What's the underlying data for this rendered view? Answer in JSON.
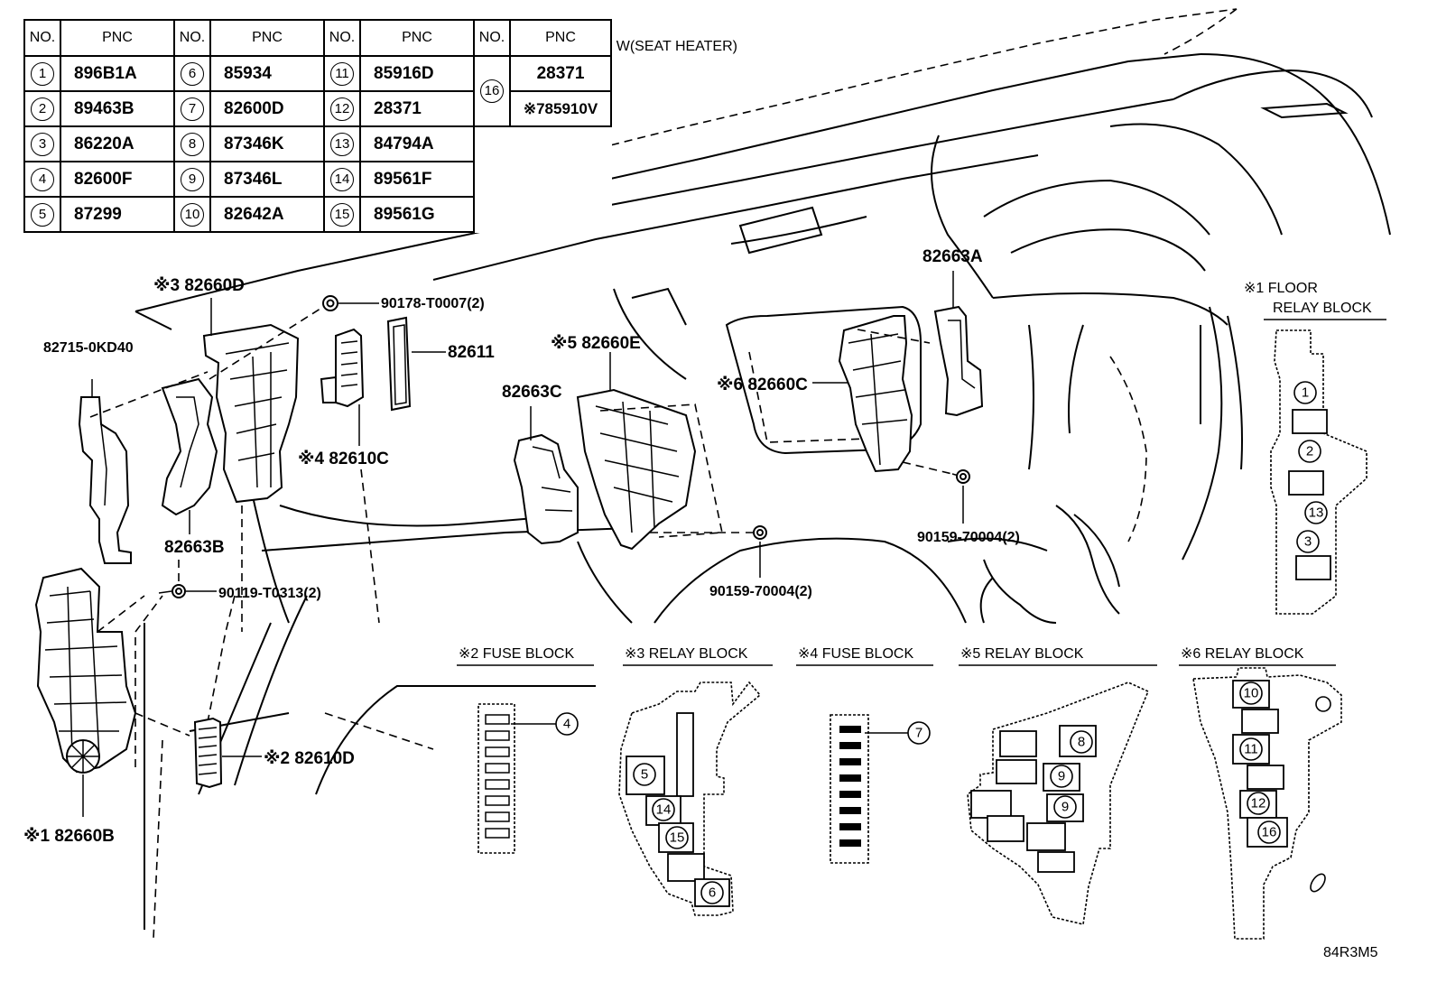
{
  "table": {
    "headers": {
      "no": "NO.",
      "pnc": "PNC"
    },
    "rows": [
      [
        {
          "no": "1",
          "pnc": "896B1A"
        },
        {
          "no": "6",
          "pnc": "85934"
        },
        {
          "no": "11",
          "pnc": "85916D"
        },
        {
          "no": "16",
          "pnc": "28371"
        }
      ],
      [
        {
          "no": "2",
          "pnc": "89463B"
        },
        {
          "no": "7",
          "pnc": "82600D"
        },
        {
          "no": "12",
          "pnc": "28371"
        },
        {
          "no": "",
          "pnc": "※785910V"
        }
      ],
      [
        {
          "no": "3",
          "pnc": "86220A"
        },
        {
          "no": "8",
          "pnc": "87346K"
        },
        {
          "no": "13",
          "pnc": "84794A"
        }
      ],
      [
        {
          "no": "4",
          "pnc": "82600F"
        },
        {
          "no": "9",
          "pnc": "87346L"
        },
        {
          "no": "14",
          "pnc": "89561F"
        }
      ],
      [
        {
          "no": "5",
          "pnc": "87299"
        },
        {
          "no": "10",
          "pnc": "82642A"
        },
        {
          "no": "15",
          "pnc": "89561G"
        }
      ]
    ],
    "note": "※7 W(SEAT HEATER)"
  },
  "labels": {
    "p82660D": "※3 82660D",
    "p82715": "82715-0KD40",
    "p90178": "90178-T0007(2)",
    "p82611": "82611",
    "p82660E": "※5 82660E",
    "p82663C": "82663C",
    "p82663A": "82663A",
    "p82660C": "※6 82660C",
    "p82610C": "※4 82610C",
    "p82663B": "82663B",
    "p90119": "90119-T0313(2)",
    "p90159a": "90159-70004(2)",
    "p90159b": "90159-70004(2)",
    "p82610D": "※2 82610D",
    "p82660B": "※1 82660B",
    "floor1": "※1 FLOOR",
    "floor2": "RELAY BLOCK",
    "code": "84R3M5"
  },
  "sections": {
    "fuse2": "※2 FUSE BLOCK",
    "relay3": "※3 RELAY BLOCK",
    "fuse4": "※4 FUSE BLOCK",
    "relay5": "※5 RELAY BLOCK",
    "relay6": "※6 RELAY BLOCK"
  },
  "callouts": {
    "c1": "1",
    "c2": "2",
    "c13": "13",
    "c3": "3",
    "c4": "4",
    "c5": "5",
    "c14": "14",
    "c15": "15",
    "c6": "6",
    "c7": "7",
    "c8": "8",
    "c9a": "9",
    "c9b": "9",
    "c10": "10",
    "c11": "11",
    "c12": "12",
    "c16": "16"
  }
}
